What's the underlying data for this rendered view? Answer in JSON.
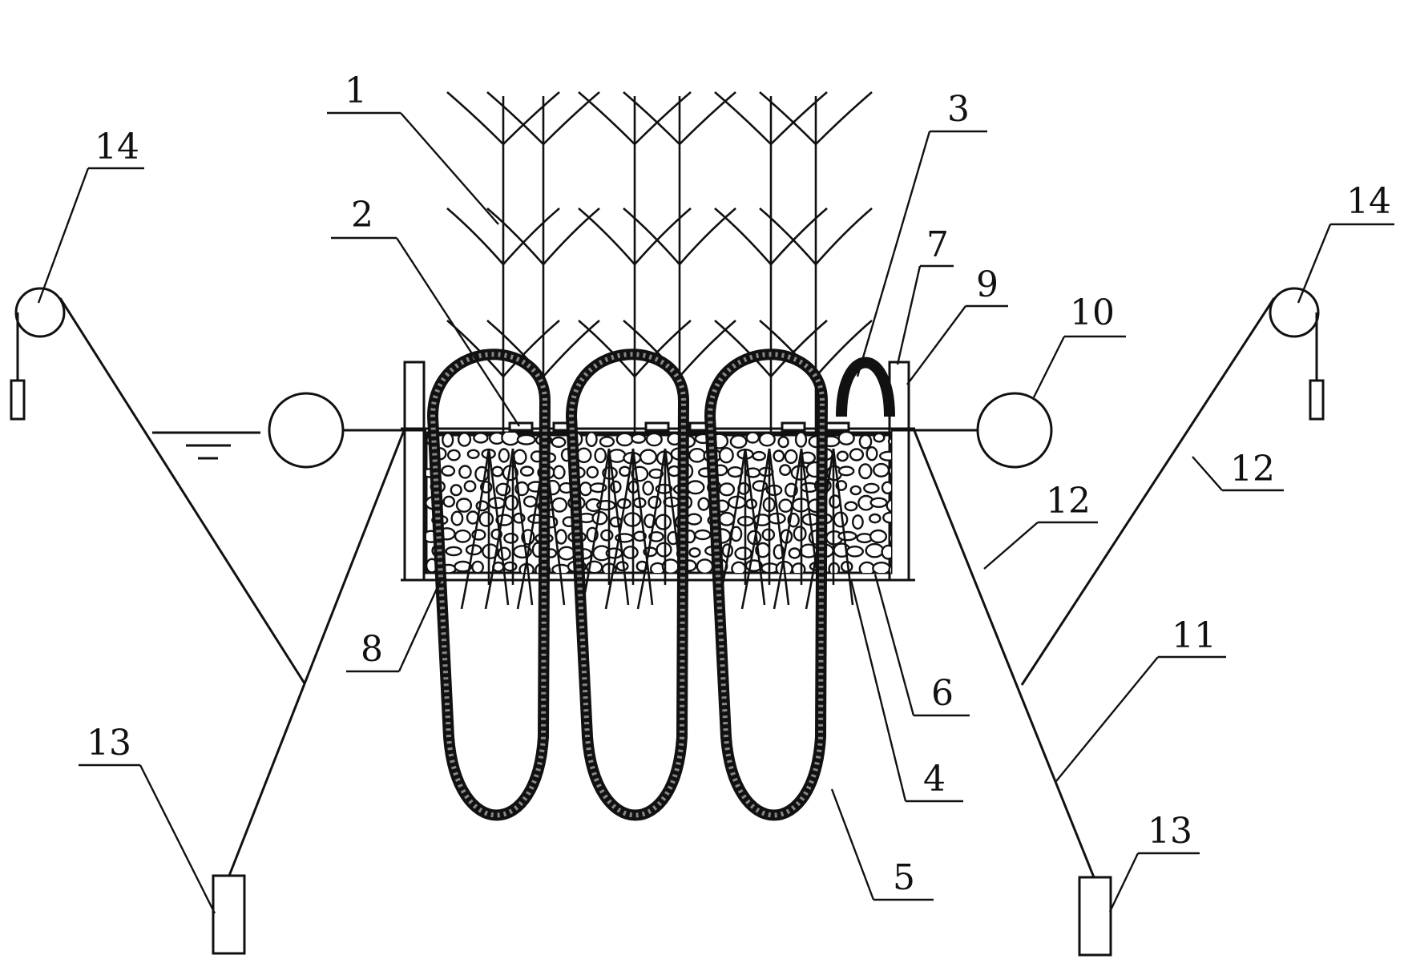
{
  "diagram": {
    "colors": {
      "ink": "#111111",
      "background": "#ffffff"
    },
    "labels": {
      "l1": "1",
      "l2": "2",
      "l3": "3",
      "l4": "4",
      "l5": "5",
      "l6": "6",
      "l7": "7",
      "l8": "8",
      "l9": "9",
      "l10": "10",
      "l11": "11",
      "l12a": "12",
      "l12b": "12",
      "l13a": "13",
      "l13b": "13",
      "l14a": "14",
      "l14b": "14"
    }
  }
}
